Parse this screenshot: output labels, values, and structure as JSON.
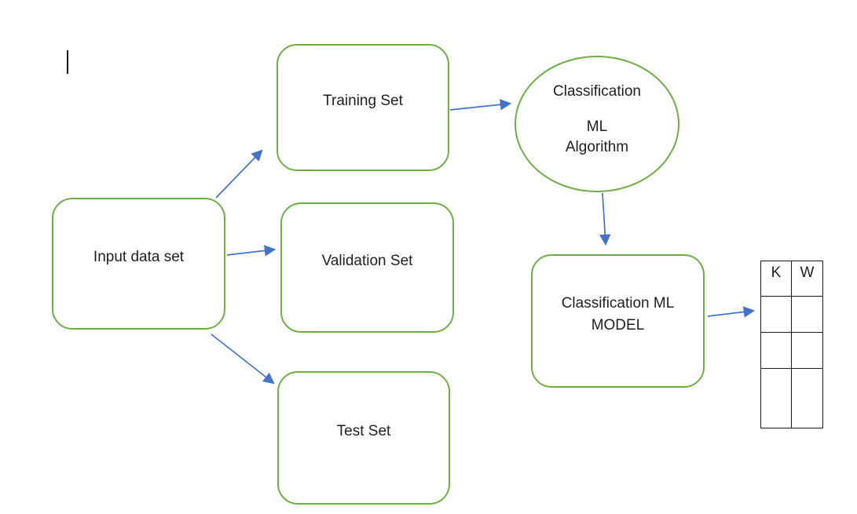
{
  "canvas": {
    "background": "#ffffff",
    "cursor_artifact": ""
  },
  "colors": {
    "shape_outline_green": "#70AD47",
    "connector_blue": "#4472C4",
    "table_border": "#1a1a1a",
    "text": "#1f1f1f"
  },
  "diagram": {
    "nodes": {
      "input": {
        "label": "Input data set"
      },
      "training": {
        "label": "Training Set"
      },
      "validation": {
        "label": "Validation Set"
      },
      "test": {
        "label": "Test Set"
      },
      "algorithm": {
        "line1": "Classification",
        "line2": "ML",
        "line3": "Algorithm"
      },
      "model": {
        "label": "Classification ML MODEL"
      }
    },
    "connections": [
      {
        "from": "input-data-set",
        "to": "training-set"
      },
      {
        "from": "input-data-set",
        "to": "validation-set"
      },
      {
        "from": "input-data-set",
        "to": "test-set"
      },
      {
        "from": "training-set",
        "to": "classification-ml-algorithm"
      },
      {
        "from": "classification-ml-algorithm",
        "to": "classification-ml-model"
      },
      {
        "from": "classification-ml-model",
        "to": "results-table"
      }
    ]
  },
  "results_table": {
    "headers": [
      "K",
      "W"
    ],
    "rows": [
      [
        "",
        ""
      ],
      [
        "",
        ""
      ],
      [
        "",
        ""
      ]
    ]
  }
}
